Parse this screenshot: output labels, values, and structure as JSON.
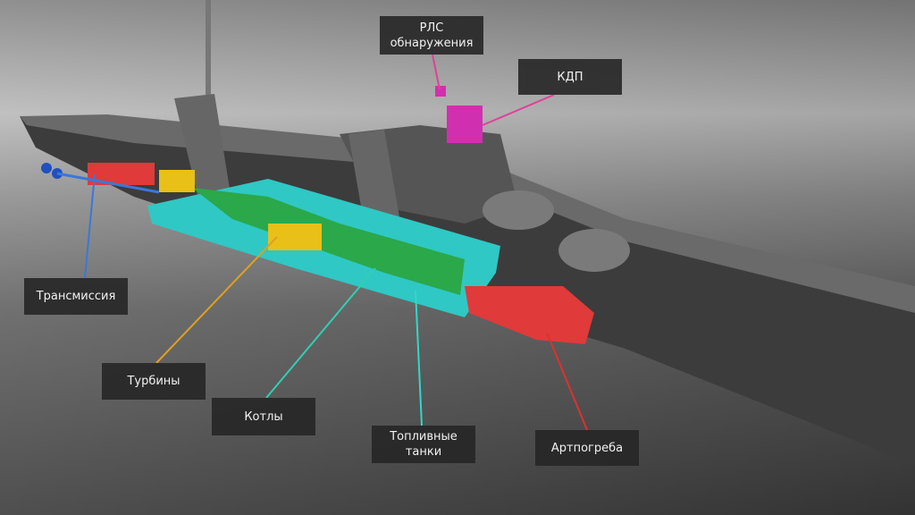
{
  "labels": {
    "radar": "РЛС обнаружения",
    "fire_control": "КДП",
    "transmission": "Трансмиссия",
    "turbines": "Турбины",
    "boilers": "Котлы",
    "fuel_tanks": "Топливные танки",
    "magazines": "Артпогреба"
  },
  "colors": {
    "radar": "#e0409a",
    "fire_control": "#d030b0",
    "transmission": "#3a78d8",
    "turbines": "#e0a020",
    "boilers": "#30d0b0",
    "fuel_tanks": "#30d8c8",
    "magazines": "#e03030"
  }
}
